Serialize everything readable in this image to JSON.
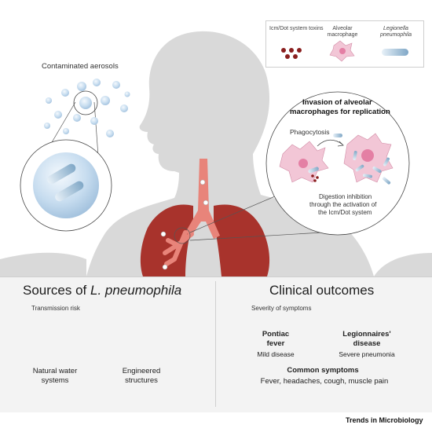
{
  "top": {
    "legend": {
      "toxins": "Icm/Dot system toxins",
      "macrophage": "Alveolar macrophage",
      "bacterium": "Legionella pneumophila"
    },
    "aerosols_label": "Contaminated aerosols",
    "invasion": {
      "title_line1": "Invasion of alveolar",
      "title_line2": "macrophages for replication",
      "phagocytosis": "Phagocytosis",
      "digestion_line1": "Digestion inhibition",
      "digestion_line2": "through the activation of",
      "digestion_line3": "the Icm/Dot system"
    }
  },
  "sources": {
    "title_prefix": "Sources of ",
    "title_species": "L. pneumophila",
    "risk_label": "Transmission risk",
    "natural_line1": "Natural water",
    "natural_line2": "systems",
    "engineered_line1": "Engineered",
    "engineered_line2": "structures"
  },
  "clinical": {
    "title": "Clinical outcomes",
    "severity_label": "Severity of symptoms",
    "pontiac_line1": "Pontiac",
    "pontiac_line2": "fever",
    "pontiac_sub": "Mild disease",
    "legion_line1": "Legionnaires'",
    "legion_line2": "disease",
    "legion_sub": "Severe pneumonia",
    "common_title": "Common symptoms",
    "common_list": "Fever, headaches, cough, muscle pain"
  },
  "credit": "Trends in Microbiology",
  "colors": {
    "body": "#d9d9d9",
    "lung": "#a8332c",
    "macrophage": "#f2c6d6",
    "aerosol": "#c6dcef",
    "bacterium": "#8fb3cf",
    "toxin": "#8a1f1f",
    "risk_gradient": [
      "#3b3f55",
      "#a8cbe8"
    ],
    "severity_gradient": [
      "#e6c9c4",
      "#a8332c"
    ]
  }
}
